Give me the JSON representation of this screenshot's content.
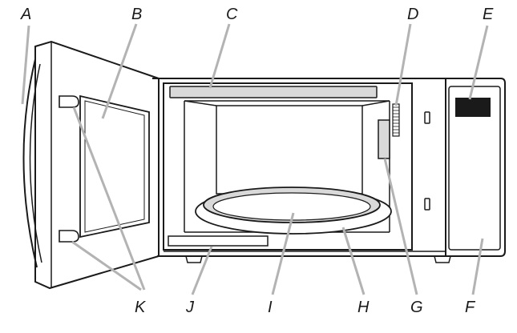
{
  "diagram": {
    "labels": {
      "a": "A",
      "b": "B",
      "c": "C",
      "d": "D",
      "e": "E",
      "f": "F",
      "g": "G",
      "h": "H",
      "i": "I",
      "j": "J",
      "k": "K"
    },
    "colors": {
      "line": "#1a1a1a",
      "leader": "#b3b3b3",
      "part_fill": "#d9d9d9",
      "display": "#1a1a1a",
      "background": "#ffffff"
    }
  }
}
